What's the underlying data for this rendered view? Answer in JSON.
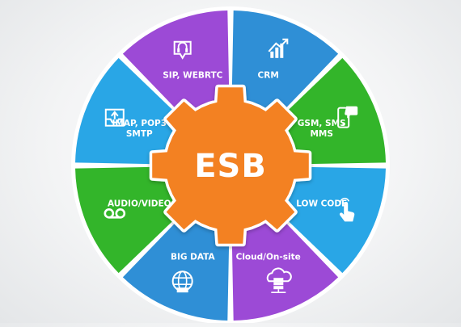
{
  "center": {
    "label": "ESB",
    "color": "#f38121"
  },
  "segments": [
    {
      "id": "crm",
      "lines": [
        "CRM"
      ],
      "icon": "growth-chart-icon",
      "color": "#2f8fd6"
    },
    {
      "id": "gsm",
      "lines": [
        "GSM, SMS",
        "MMS"
      ],
      "icon": "mobile-message-icon",
      "color": "#33b52a"
    },
    {
      "id": "lowcode",
      "lines": [
        "LOW CODE"
      ],
      "icon": "pointer-hand-icon",
      "color": "#29a6e6"
    },
    {
      "id": "cloud",
      "lines": [
        "Cloud/On-site"
      ],
      "icon": "cloud-server-icon",
      "color": "#9c4ad6"
    },
    {
      "id": "bigdata",
      "lines": [
        "BIG DATA"
      ],
      "icon": "database-globe-icon",
      "color": "#2f8fd6"
    },
    {
      "id": "audiovideo",
      "lines": [
        "AUDIO/VIDEO"
      ],
      "icon": "voicemail-icon",
      "color": "#33b52a"
    },
    {
      "id": "imap",
      "lines": [
        "IMAP, POP3",
        "SMTP"
      ],
      "icon": "inbox-mail-icon",
      "color": "#29a6e6"
    },
    {
      "id": "sip",
      "lines": [
        "SIP, WEBRTC"
      ],
      "icon": "headset-chat-icon",
      "color": "#9c4ad6"
    }
  ]
}
